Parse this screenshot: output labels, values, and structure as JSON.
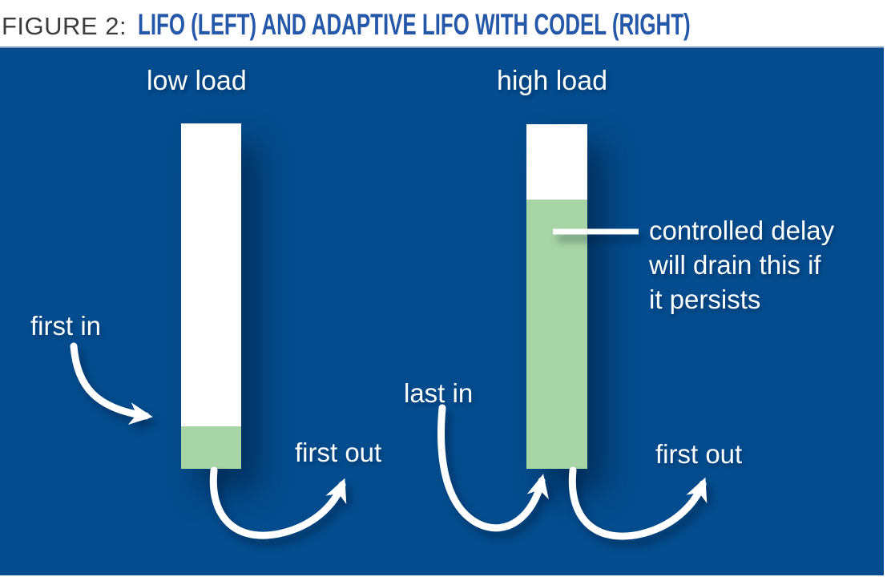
{
  "figure": {
    "label": "FIGURE 2:",
    "title": "LIFO (LEFT) AND ADAPTIVE LIFO WITH CODEL (RIGHT)"
  },
  "colors": {
    "panel_blue": "#044c8d",
    "queue_green": "#a7d4a5",
    "bar_white": "#ffffff",
    "title_blue": "#2558a8",
    "title_dark": "#3c3c3c",
    "label_white": "#ffffff"
  },
  "left_queue": {
    "condition_label": "low load",
    "enqueue_label": "first in",
    "dequeue_label": "first out",
    "fill_percent": 12
  },
  "right_queue": {
    "condition_label": "high load",
    "enqueue_label": "last in",
    "dequeue_label": "first out",
    "fill_percent": 78,
    "callout_text": "controlled delay\nwill drain this if\nit persists"
  }
}
